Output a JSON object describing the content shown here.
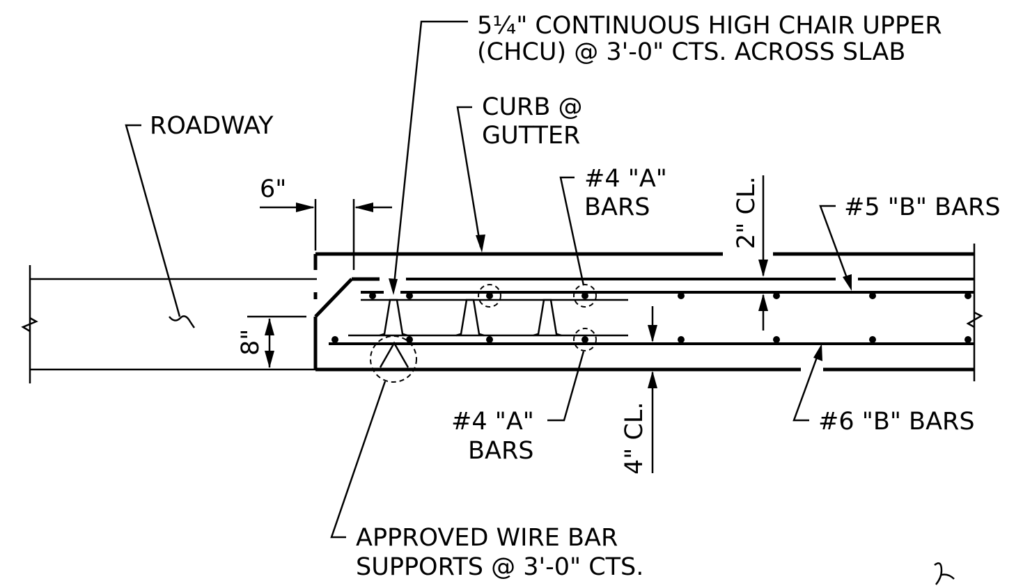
{
  "labels": {
    "chair_line1": "5¼\" CONTINUOUS HIGH CHAIR UPPER",
    "chair_line2": "(CHCU) @ 3'-0\" CTS. ACROSS SLAB",
    "curb_line1": "CURB @",
    "curb_line2": "GUTTER",
    "roadway": "ROADWAY",
    "six_inch": "6\"",
    "top_a_bars_line1": "#4 \"A\"",
    "top_a_bars_line2": "BARS",
    "two_inch_cl": "2\" CL.",
    "b5_bars": "#5 \"B\" BARS",
    "eight_inch": "8\"",
    "bottom_a_bars_line1": "#4 \"A\"",
    "bottom_a_bars_line2": "BARS",
    "four_inch_cl": "4\" CL.",
    "b6_bars": "#6 \"B\" BARS",
    "supports_line1": "APPROVED WIRE BAR",
    "supports_line2": "SUPPORTS @ 3'-0\" CTS."
  }
}
